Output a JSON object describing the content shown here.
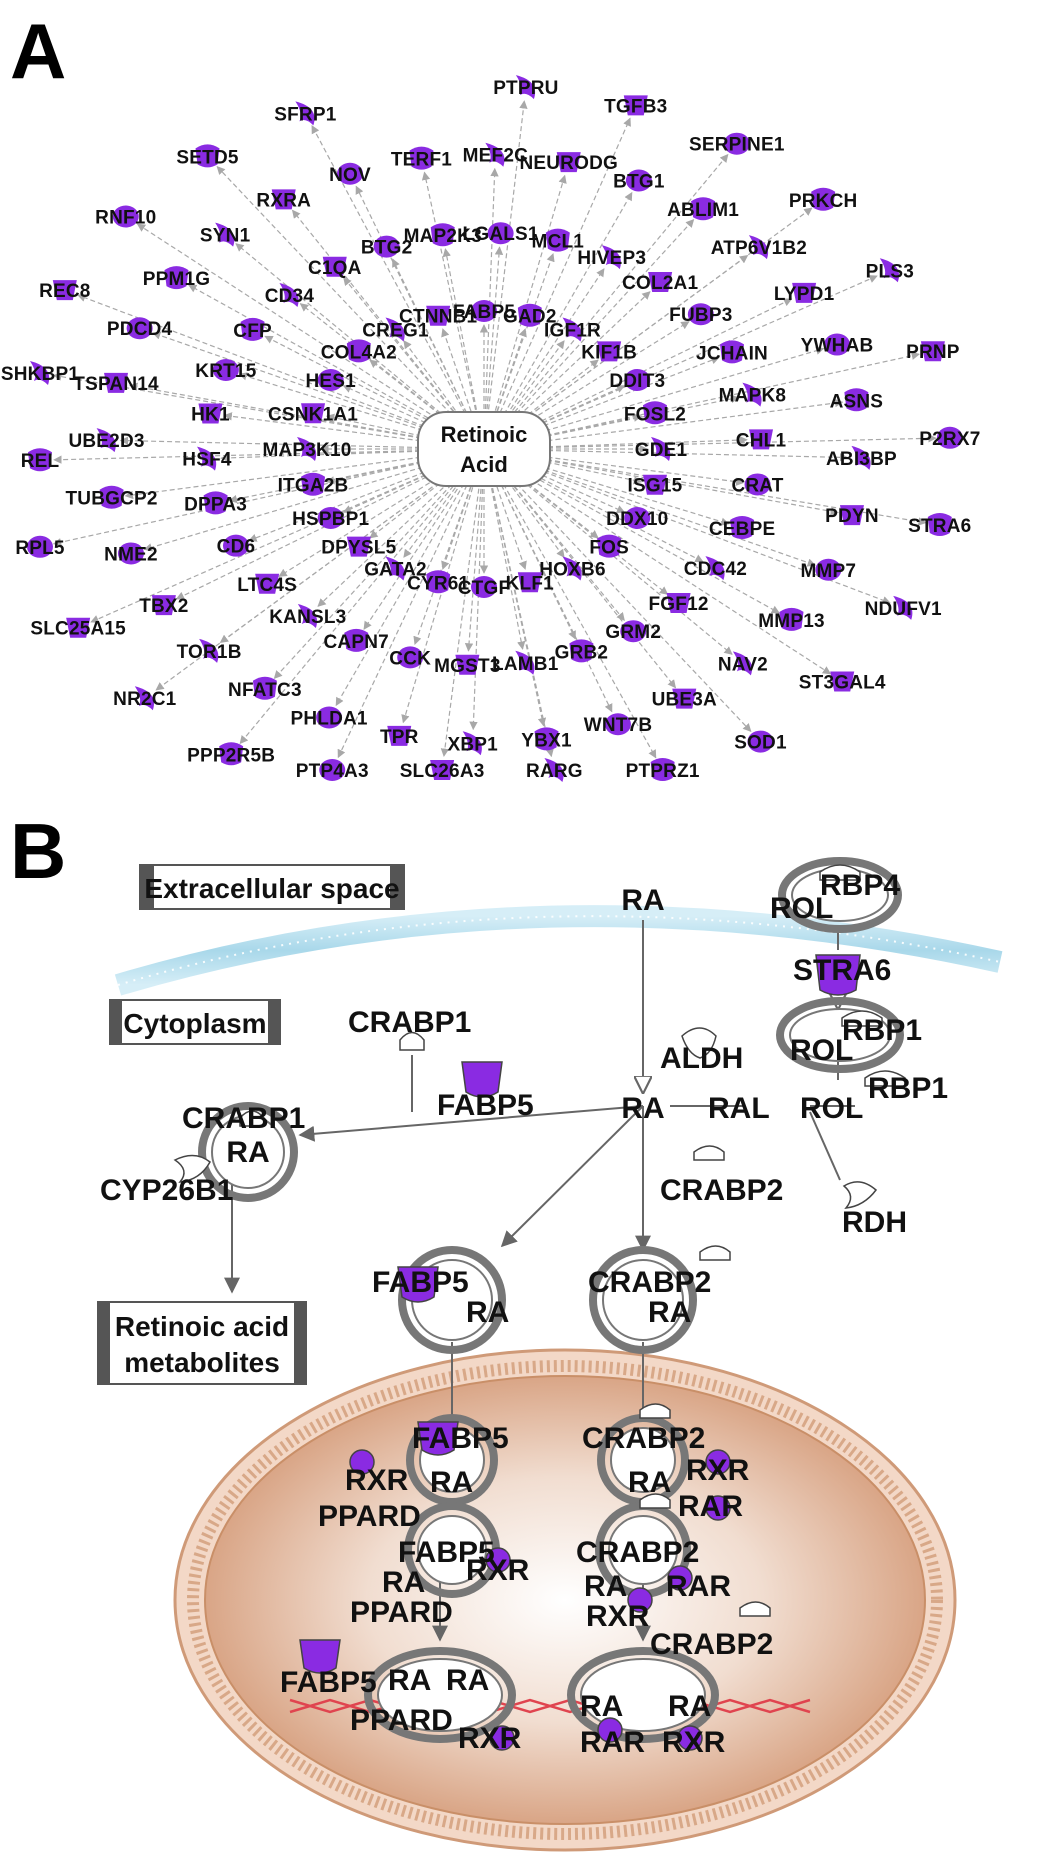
{
  "panels": {
    "a_letter": "A",
    "b_letter": "B"
  },
  "panel_a": {
    "center_line1": "Retinoic",
    "center_line2": "Acid",
    "genes": [
      "FABP5",
      "GAD2",
      "IGF1R",
      "KIF1B",
      "DDIT3",
      "FOSL2",
      "GDE1",
      "ISG15",
      "DDX10",
      "FOS",
      "HOXB6",
      "KLF1",
      "CTGF",
      "CYR61",
      "GATA2",
      "DPYSL5",
      "HSPBP1",
      "ITGA2B",
      "MAP3K10",
      "CSNK1A1",
      "HES1",
      "COL4A2",
      "CREG1",
      "CTNNB1",
      "LGALS1",
      "MCL1",
      "HIVEP3",
      "COL2A1",
      "FUBP3",
      "JCHAIN",
      "MAPK8",
      "CHL1",
      "CRAT",
      "CEBPE",
      "CDC42",
      "FGF12",
      "GRM2",
      "GRB2",
      "LAMB1",
      "MGST3",
      "CCK",
      "CAPN7",
      "KANSL3",
      "LTC4S",
      "CD6",
      "DPPA3",
      "HSF4",
      "HK1",
      "KRT15",
      "CFP",
      "CD34",
      "C1QA",
      "BTG2",
      "MAP2K3",
      "MEF2C",
      "NEURODG",
      "BTG1",
      "ABLIM1",
      "ATP6V1B2",
      "LYPD1",
      "YWHAB",
      "ASNS",
      "ABI3BP",
      "PDYN",
      "MMP7",
      "MMP13",
      "NAV2",
      "UBE3A",
      "WNT7B",
      "YBX1",
      "XBP1",
      "TPR",
      "PHLDA1",
      "NFATC3",
      "TOR1B",
      "TBX2",
      "NME2",
      "TUBGCP2",
      "UBE2D3",
      "TSPAN14",
      "PDCD4",
      "PPM1G",
      "SYN1",
      "RXRA",
      "NOV",
      "TERF1",
      "PTPRU",
      "TGFB3",
      "SERPINE1",
      "PRKCH",
      "PLS3",
      "PRNP",
      "P2RX7",
      "STRA6",
      "NDUFV1",
      "ST3GAL4",
      "SOD1",
      "PTPRZ1",
      "RARG",
      "SLC26A3",
      "PTP4A3",
      "PPP2R5B",
      "NR2C1",
      "SLC25A15",
      "RPL5",
      "REL",
      "SHKBP1",
      "REC8",
      "RNF10",
      "SETD5",
      "SFRP1"
    ]
  },
  "panel_b": {
    "compartments": {
      "extracellular": "Extracellular space",
      "cytoplasm": "Cytoplasm",
      "metabolites_line1": "Retinoic acid",
      "metabolites_line2": "metabolites"
    },
    "labels": {
      "ra_top": "RA",
      "rol_top": "ROL",
      "rbp4": "RBP4",
      "stra6": "STRA6",
      "rol_mid": "ROL",
      "rbp1_a": "RBP1",
      "aldh": "ALDH",
      "rbp1_b": "RBP1",
      "crabp1_free": "CRABP1",
      "crabp1_cx": "CRABP1",
      "ra_cx1": "RA",
      "ra_center": "RA",
      "ral": "RAL",
      "rol_low": "ROL",
      "fabp5_free": "FABP5",
      "cyp26b1": "CYP26B1",
      "crabp2_free": "CRABP2",
      "rdh": "RDH",
      "fabp5_cx": "FABP5",
      "ra_cx2": "RA",
      "crabp2_cx": "CRABP2",
      "ra_cx3": "RA",
      "n_fabp5_a": "FABP5",
      "n_rxr_a": "RXR",
      "n_ra_a": "RA",
      "n_pprad_a": "PPARD",
      "n_fabp5_b": "FABP5",
      "n_ra_b": "RA",
      "n_rxr_b": "RXR",
      "n_pprad_b": "PPARD",
      "n_fabp5_c": "FABP5",
      "n_ra_c1": "RA",
      "n_ra_c2": "RA",
      "n_pprad_c": "PPARD",
      "n_rxr_c": "RXR",
      "n_crabp2_a": "CRABP2",
      "n_ra_d": "RA",
      "n_rxr_d": "RXR",
      "n_rar_d": "RAR",
      "n_crabp2_b": "CRABP2",
      "n_ra_e": "RA",
      "n_rar_e": "RAR",
      "n_rxr_e": "RXR",
      "n_crabp2_c": "CRABP2",
      "n_ra_f1": "RA",
      "n_ra_f2": "RA",
      "n_rar_f": "RAR",
      "n_rxr_f": "RXR"
    }
  },
  "colors": {
    "highlight": "#8a2be2",
    "edge": "#a8a8a8",
    "membrane": "#bfe3f0",
    "nucleus_fill": "#e6c3ad",
    "nucleus_rim": "#c98f68",
    "dna": "#e0444f"
  }
}
